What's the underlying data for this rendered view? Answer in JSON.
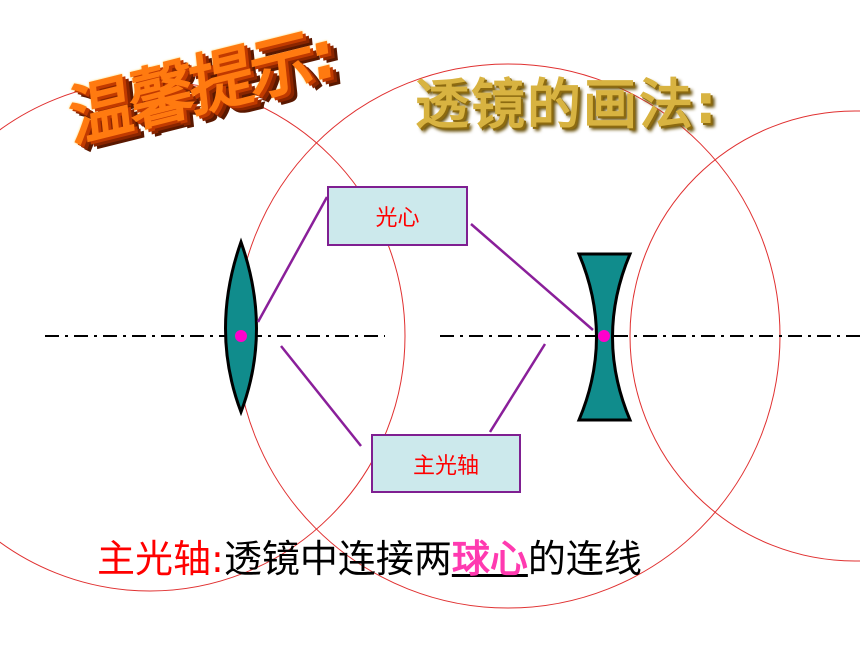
{
  "title_left": "温馨提示:",
  "title_right": "透镜的画法:",
  "labels": {
    "optical_center": "光心",
    "principal_axis": "主光轴"
  },
  "caption": {
    "term": "主光轴",
    "colon": ":",
    "text_before": "透镜中连接两",
    "highlight": "球心",
    "text_after": "的连线"
  },
  "colors": {
    "circle_stroke": "#e03030",
    "lens_fill": "#108c8c",
    "connector": "#8a1f9a",
    "dot": "#ff00cc",
    "box_fill": "#cce9ec"
  }
}
